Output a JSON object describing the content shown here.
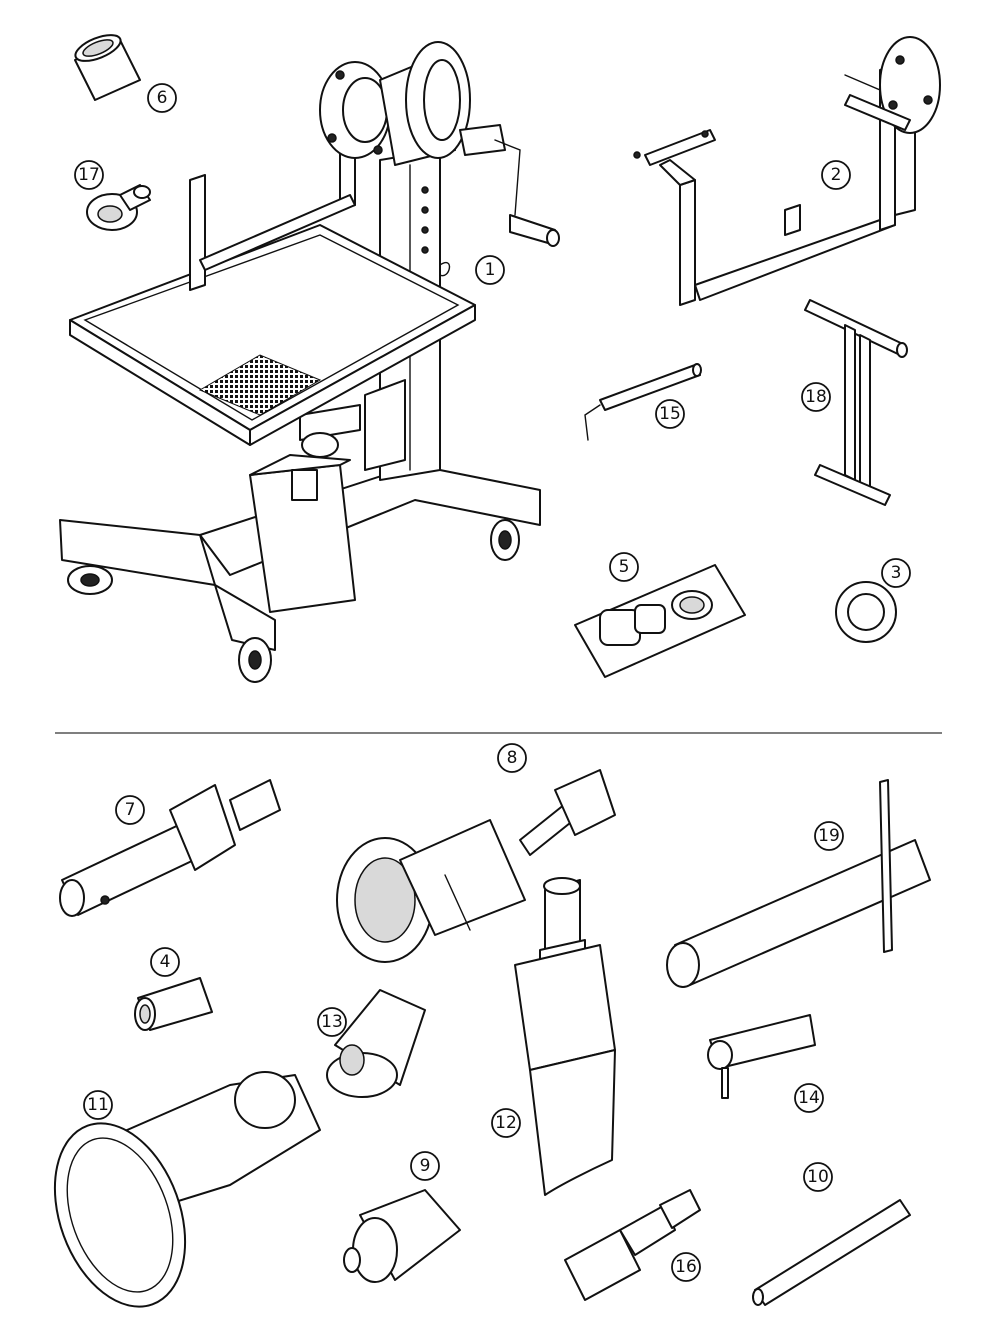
{
  "callouts": [
    {
      "id": "1",
      "label": "1"
    },
    {
      "id": "2",
      "label": "2"
    },
    {
      "id": "3",
      "label": "3"
    },
    {
      "id": "4",
      "label": "4"
    },
    {
      "id": "5",
      "label": "5"
    },
    {
      "id": "6",
      "label": "6"
    },
    {
      "id": "7",
      "label": "7"
    },
    {
      "id": "8",
      "label": "8"
    },
    {
      "id": "9",
      "label": "9"
    },
    {
      "id": "10",
      "label": "10"
    },
    {
      "id": "11",
      "label": "11"
    },
    {
      "id": "12",
      "label": "12"
    },
    {
      "id": "13",
      "label": "13"
    },
    {
      "id": "14",
      "label": "14"
    },
    {
      "id": "15",
      "label": "15"
    },
    {
      "id": "16",
      "label": "16"
    },
    {
      "id": "17",
      "label": "17"
    },
    {
      "id": "18",
      "label": "18"
    },
    {
      "id": "19",
      "label": "19"
    }
  ],
  "colors": {
    "ink": "#111111",
    "paper": "#ffffff",
    "divider": "#555555"
  }
}
